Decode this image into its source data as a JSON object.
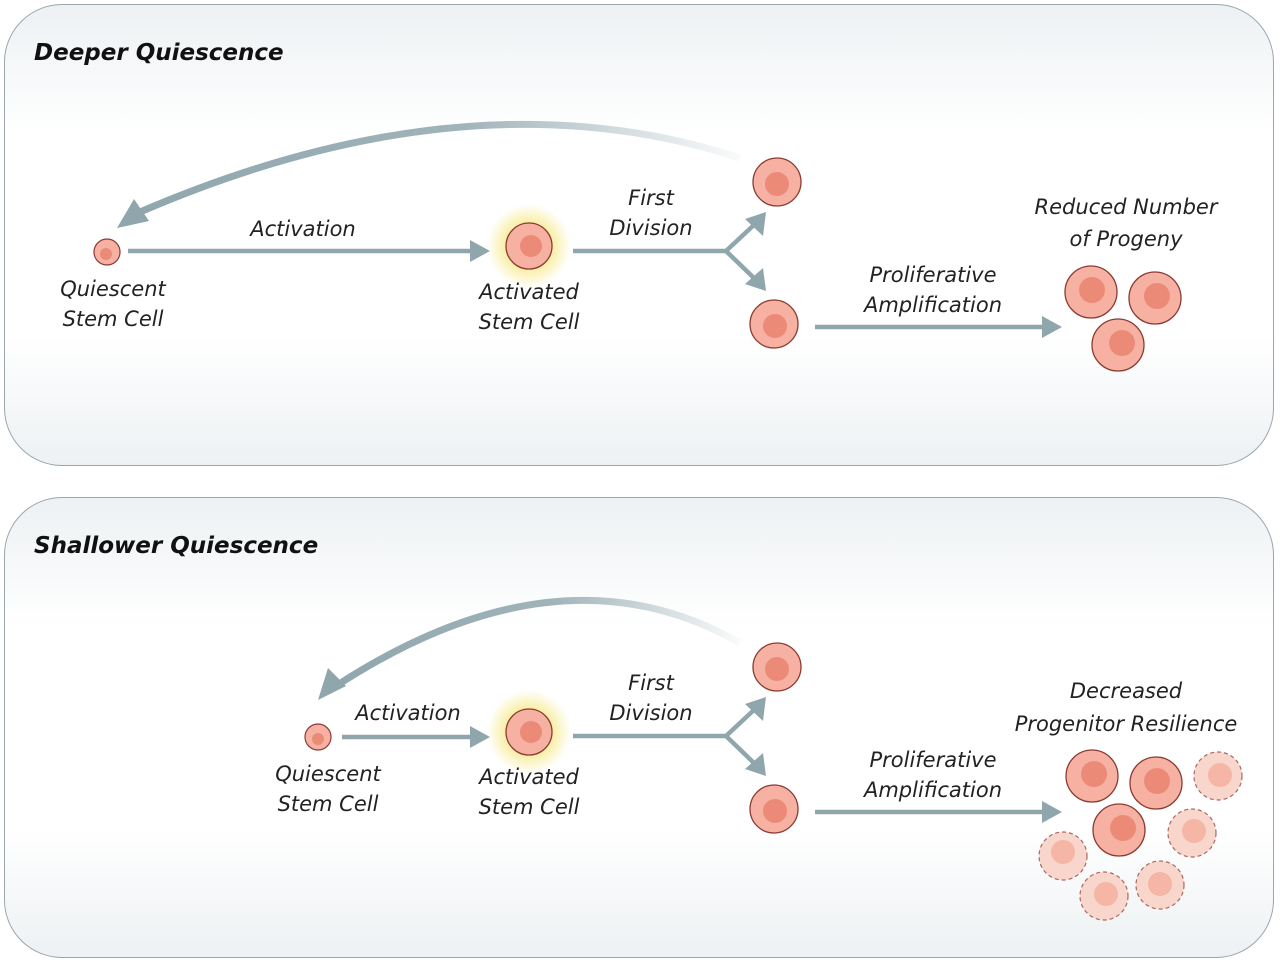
{
  "colors": {
    "arrow": "#8fa6ad",
    "cell_fill": "#f6b1a2",
    "cell_nucleus": "#ec8a78",
    "cell_stroke": "#8a3b33",
    "glow": "#f7e98a",
    "faded_cell_fill": "#f9d6cc",
    "faded_nucleus": "#f5b6a6"
  },
  "panels": [
    {
      "title": "Deeper Quiescence",
      "labels": {
        "quiescent": [
          "Quiescent",
          "Stem Cell"
        ],
        "activation": "Activation",
        "activated": [
          "Activated",
          "Stem Cell"
        ],
        "first_division": [
          "First",
          "Division"
        ],
        "proliferative": [
          "Proliferative",
          "Amplification"
        ],
        "outcome": [
          "Reduced Number",
          "of Progeny"
        ]
      }
    },
    {
      "title": "Shallower Quiescence",
      "labels": {
        "quiescent": [
          "Quiescent",
          "Stem Cell"
        ],
        "activation": "Activation",
        "activated": [
          "Activated",
          "Stem Cell"
        ],
        "first_division": [
          "First",
          "Division"
        ],
        "proliferative": [
          "Proliferative",
          "Amplification"
        ],
        "outcome": [
          "Decreased",
          "Progenitor Resilience"
        ]
      }
    }
  ]
}
